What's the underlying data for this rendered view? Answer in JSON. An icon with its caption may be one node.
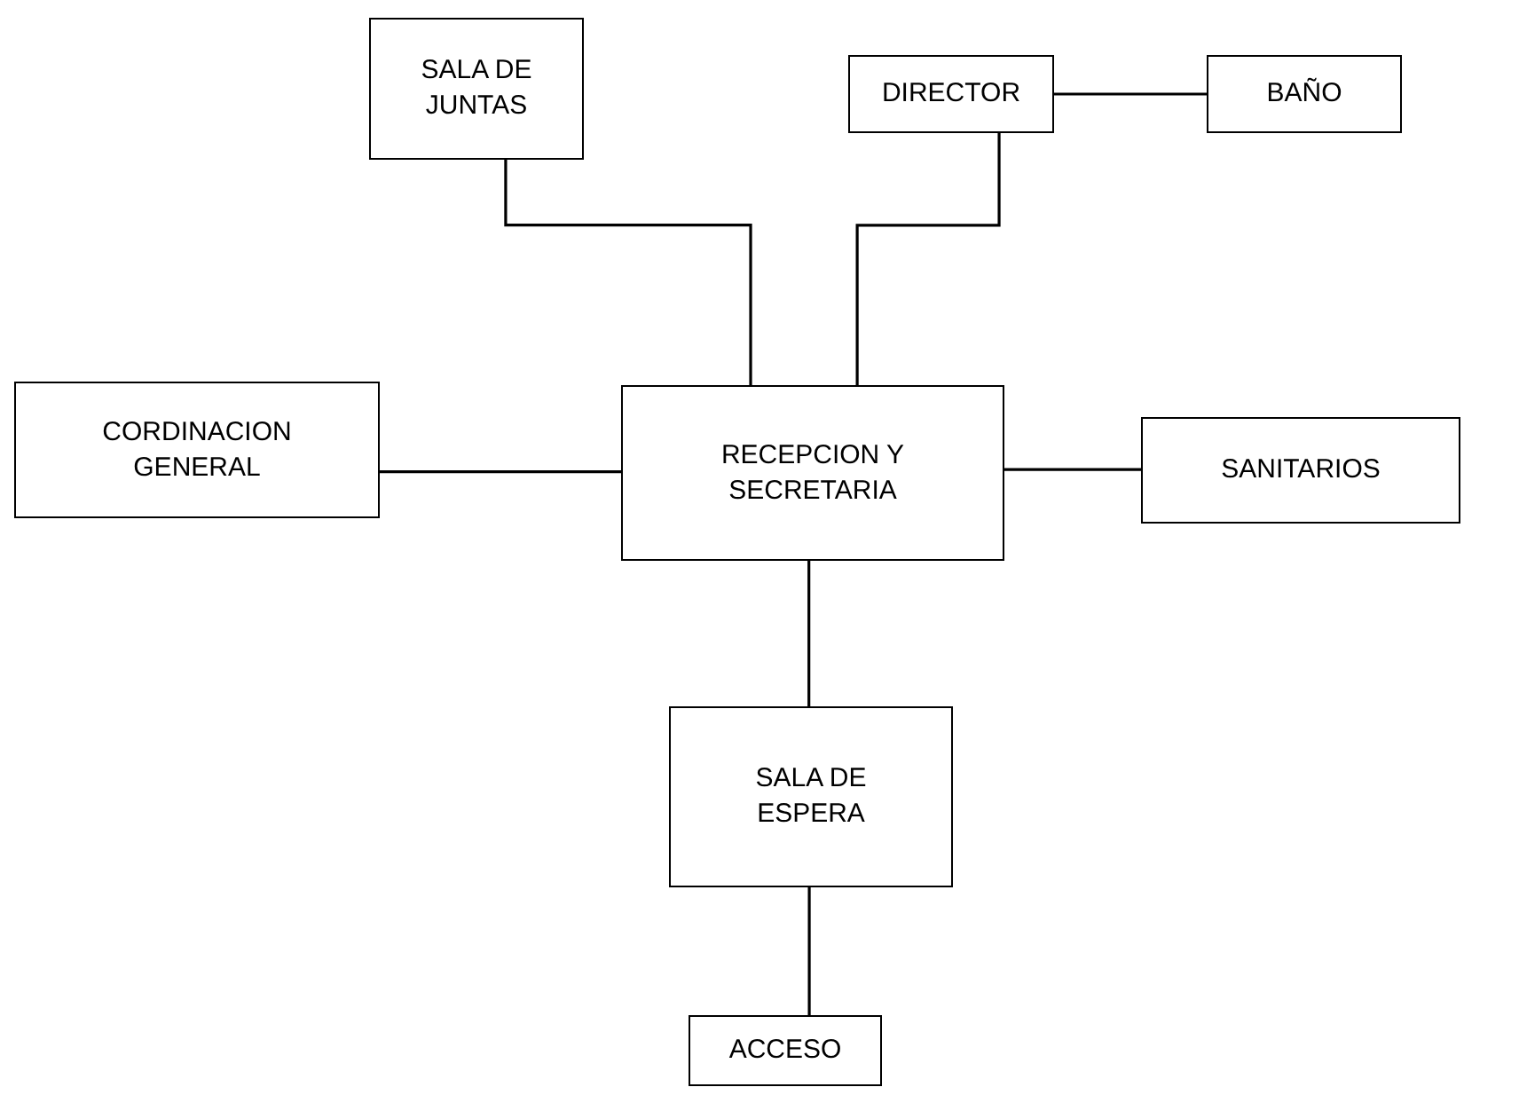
{
  "diagram": {
    "nodes": [
      {
        "text": [
          "SALA DE JUNTAS"
        ]
      },
      {
        "text": [
          "DIRECTOR"
        ]
      },
      {
        "text": [
          "BAÑO"
        ]
      },
      {
        "text": [
          "CORDINACION GENERAL"
        ]
      },
      {
        "text": [
          "RECEPCION Y SECRETARIA"
        ]
      },
      {
        "text": [
          "SANITARIOS"
        ]
      },
      {
        "text": [
          "SALA DE ESPERA"
        ]
      },
      {
        "text": [
          "ACCESO"
        ]
      }
    ],
    "edges": [
      {
        "from": 0,
        "to": 4,
        "arrow": "none"
      },
      {
        "from": 1,
        "to": 4,
        "arrow": "none"
      },
      {
        "from": 1,
        "to": 2,
        "arrow": "none"
      },
      {
        "from": 3,
        "to": 4,
        "arrow": "none"
      },
      {
        "from": 4,
        "to": 5,
        "arrow": "none"
      },
      {
        "from": 4,
        "to": 6,
        "arrow": "none"
      },
      {
        "from": 6,
        "to": 7,
        "arrow": "none"
      }
    ]
  }
}
